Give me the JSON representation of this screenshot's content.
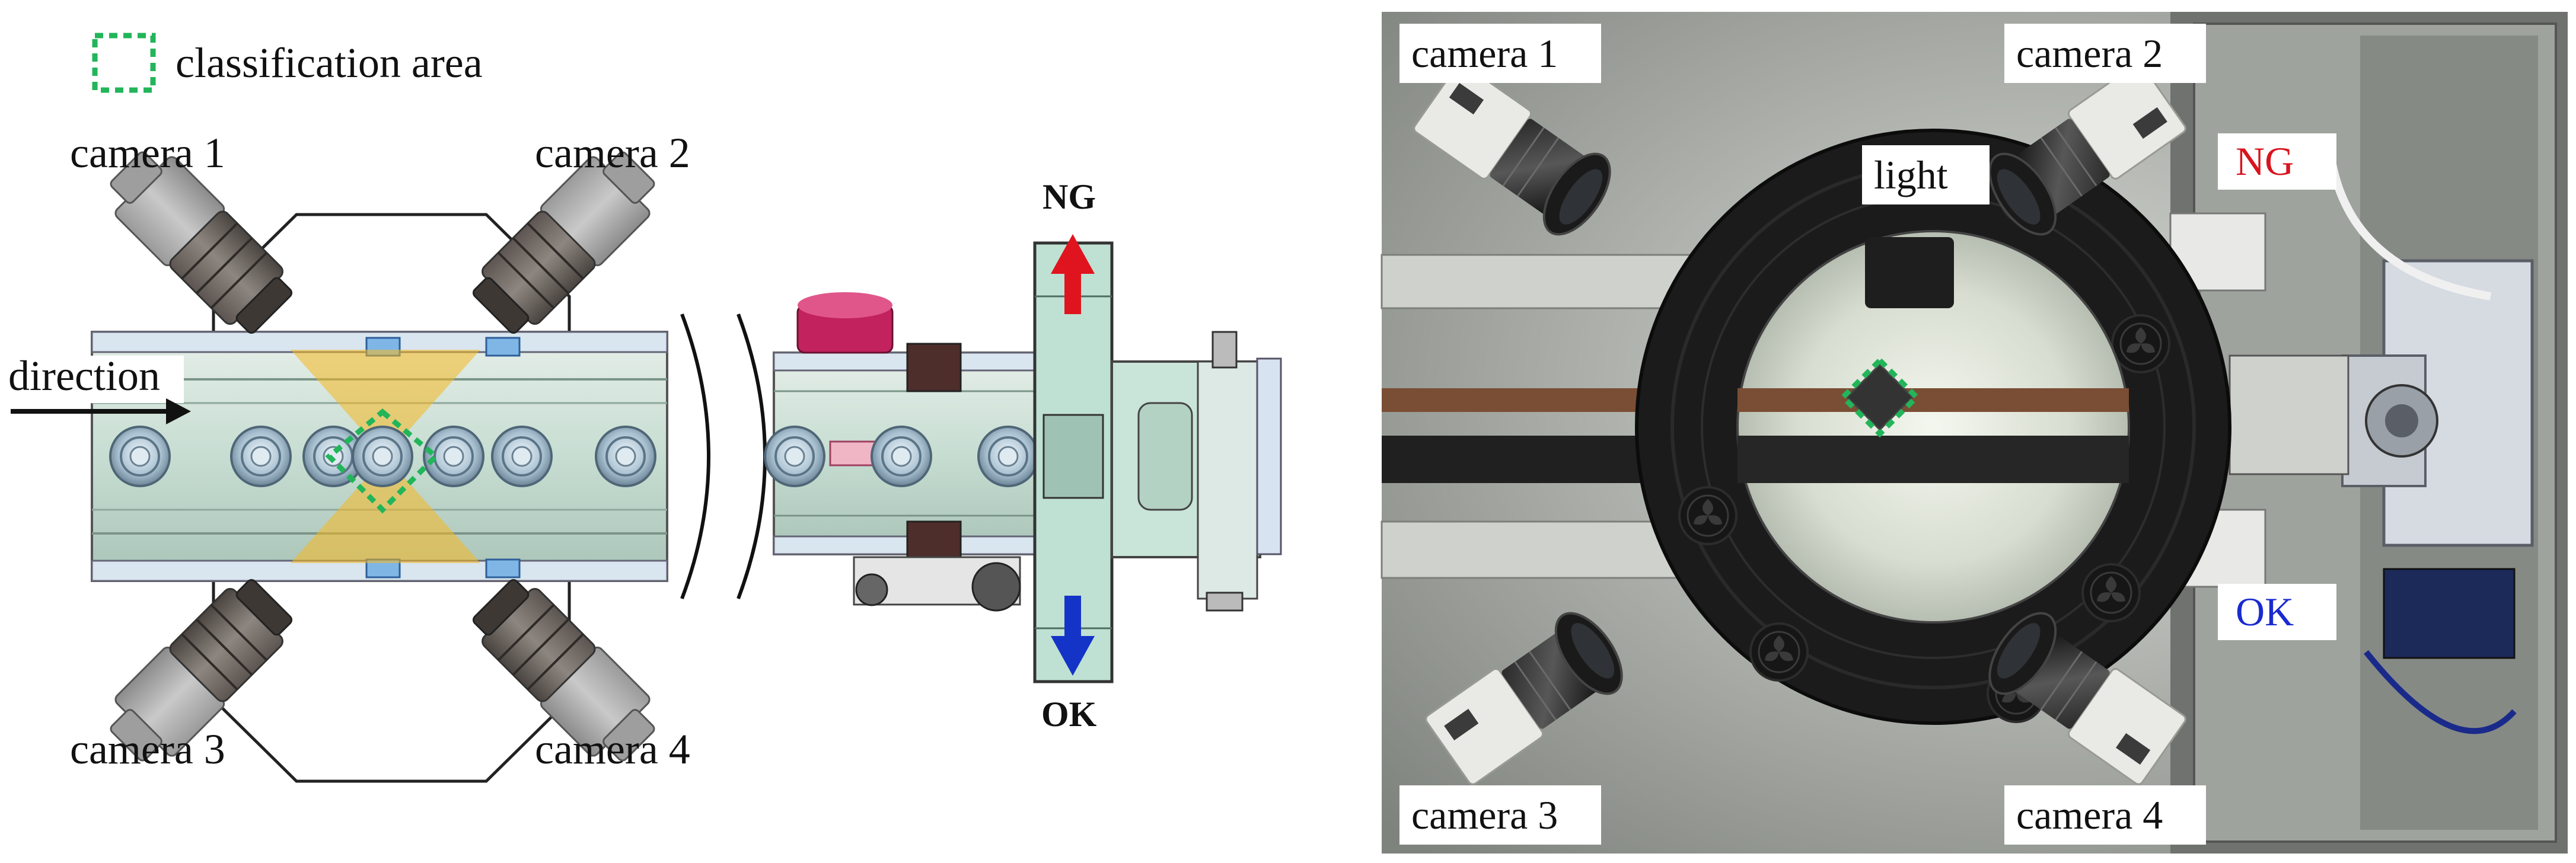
{
  "legend": {
    "label": "classification area",
    "color": "#22b55a"
  },
  "left_panel": {
    "cameras": [
      "camera 1",
      "camera 2",
      "camera 3",
      "camera 4"
    ],
    "direction": "direction"
  },
  "sorter": {
    "ng": "NG",
    "ok": "OK",
    "ng_color": "#e0141e",
    "ok_color": "#1434c8"
  },
  "photo": {
    "cameras": [
      "camera 1",
      "camera 2",
      "camera 3",
      "camera 4"
    ],
    "light": "light",
    "ng": "NG",
    "ok": "OK",
    "ng_color": "#d8141e",
    "ok_color": "#1a2ad0"
  }
}
